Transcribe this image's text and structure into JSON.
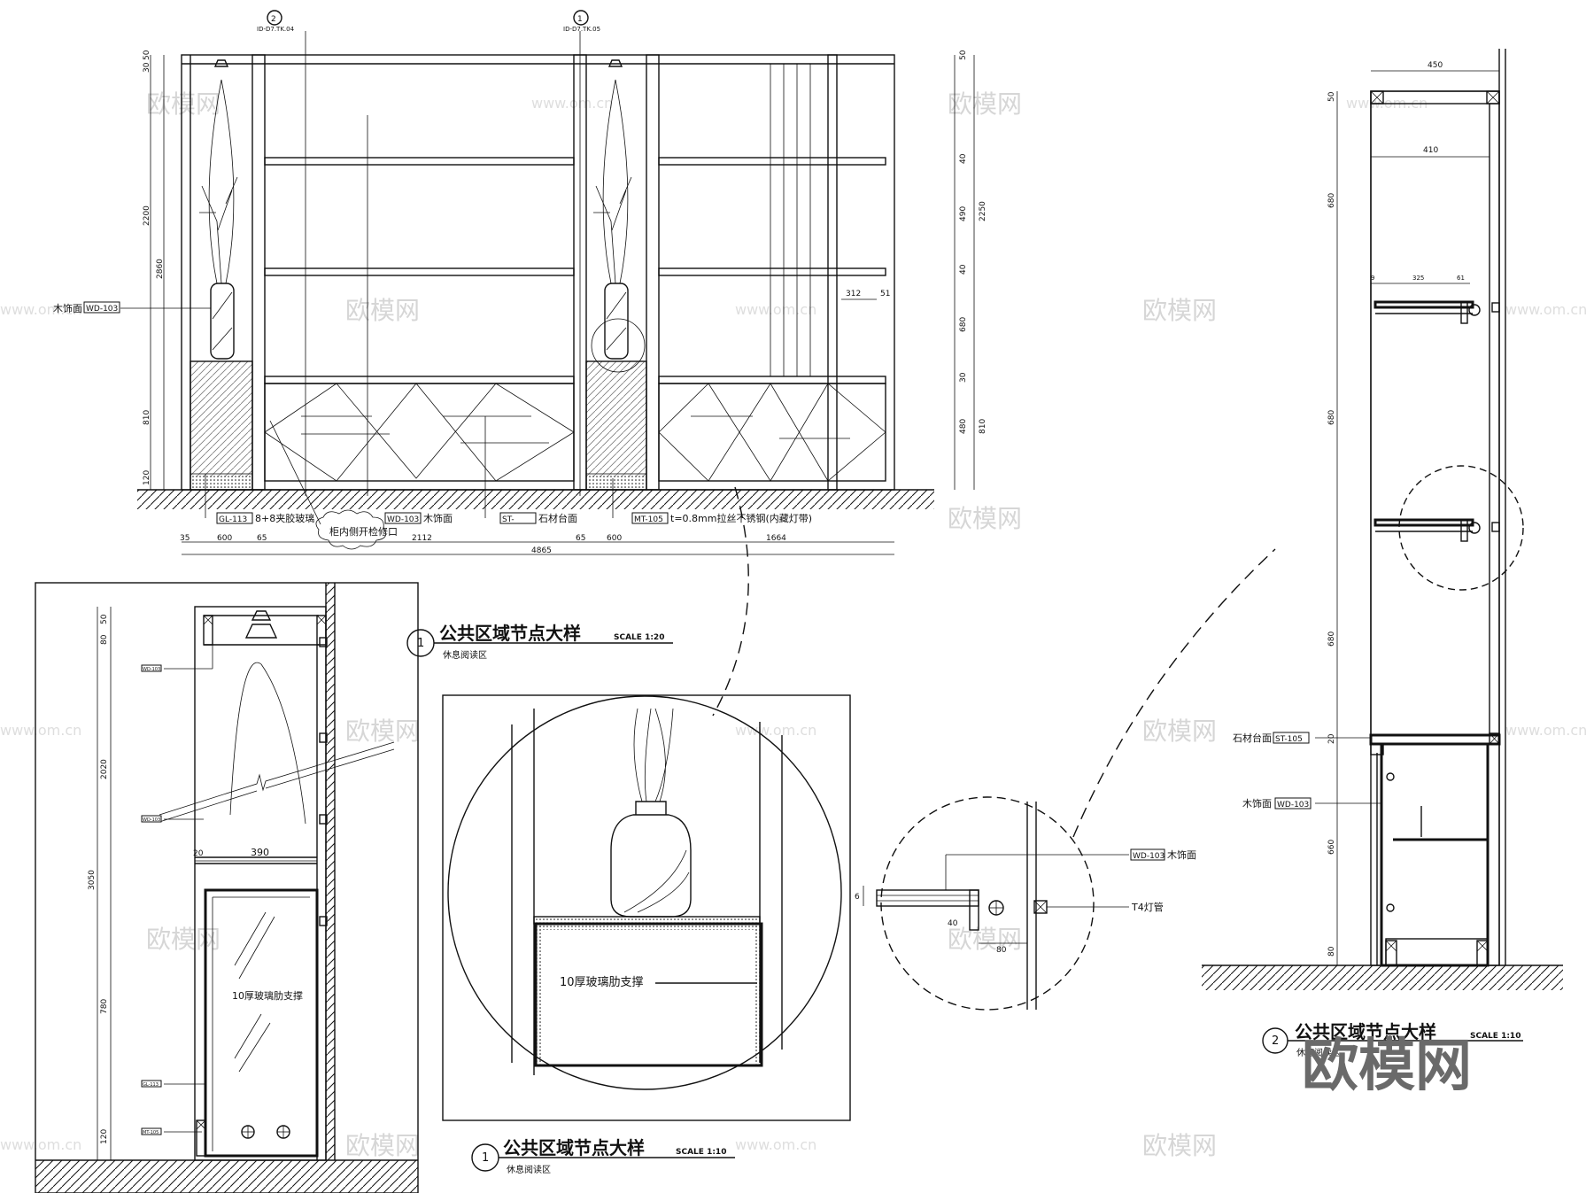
{
  "elevation": {
    "refs": [
      {
        "num": "2",
        "code": "ID-D7.TK.04"
      },
      {
        "num": "1",
        "code": "ID-D7.TK.05"
      }
    ],
    "callouts": {
      "wood_left": {
        "text": "木饰面",
        "code": "WD-103"
      },
      "glass": {
        "code": "GL-113",
        "text": "8+8夹胶玻璃"
      },
      "wood_bottom": {
        "code": "WD-103",
        "text": "木饰面"
      },
      "stone": {
        "code": "ST-",
        "text": "石材台面"
      },
      "metal": {
        "code": "MT-105",
        "text": "t=0.8mm拉丝不锈钢(内藏灯带)"
      },
      "cloud": "柜内侧开检修口"
    },
    "dims_bottom": [
      "35",
      "600",
      "65",
      "2112",
      "65",
      "600",
      "1664"
    ],
    "dim_total": "4865",
    "dims_left": [
      "50",
      "30",
      "2200",
      "2860",
      "810",
      "120"
    ],
    "dims_right": [
      "50",
      "40",
      "490",
      "2250",
      "40",
      "680",
      "30",
      "480",
      "810"
    ],
    "dims_shelf": [
      "312",
      "51"
    ]
  },
  "section1": {
    "dims_left": [
      "50",
      "80",
      "2020",
      "3050",
      "780",
      "120"
    ],
    "dims_top": [
      "20",
      "390"
    ],
    "glass_label": "10厚玻璃肋支撑",
    "tags": [
      "WD-103",
      "WD-103",
      "GL-113",
      "MT-105"
    ],
    "title": "公共区域节点大样",
    "scale": "SCALE 1:20",
    "subtitle": "休息阅读区",
    "num": "1"
  },
  "detail1": {
    "label": "10厚玻璃肋支撑",
    "title": "公共区域节点大样",
    "scale": "SCALE 1:10",
    "subtitle": "休息阅读区",
    "num": "1"
  },
  "detail2": {
    "wood": {
      "code": "WD-103",
      "text": "木饰面"
    },
    "lamp": "T4灯管",
    "dims": [
      "6",
      "40",
      "80"
    ]
  },
  "section2": {
    "dims_top": [
      "450",
      "410"
    ],
    "shelf_dims": [
      "9",
      "325",
      "61"
    ],
    "dims_left": [
      "50",
      "680",
      "680",
      "680",
      "20",
      "660",
      "80"
    ],
    "stone": {
      "text": "石材台面",
      "code": "ST-105"
    },
    "wood": {
      "text": "木饰面",
      "code": "WD-103"
    },
    "title": "公共区域节点大样",
    "scale": "SCALE 1:10",
    "subtitle": "休息阅读区",
    "num": "2"
  },
  "watermarks": {
    "logo": "欧模网",
    "url": "www.om.cn"
  }
}
